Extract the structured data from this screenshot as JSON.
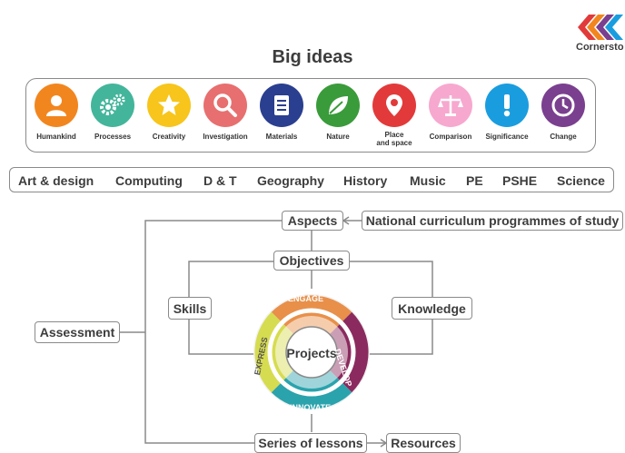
{
  "header": {
    "title": "Big ideas",
    "logo_text": "Cornersto"
  },
  "big_ideas": [
    {
      "label": "Humankind",
      "color": "#f2861e",
      "icon": "person-icon"
    },
    {
      "label": "Processes",
      "color": "#43b59b",
      "icon": "gears-icon"
    },
    {
      "label": "Creativity",
      "color": "#f7c51b",
      "icon": "star-icon"
    },
    {
      "label": "Investigation",
      "color": "#e86f6f",
      "icon": "magnifier-icon"
    },
    {
      "label": "Materials",
      "color": "#2a3f8f",
      "icon": "book-icon"
    },
    {
      "label": "Nature",
      "color": "#3a9b3a",
      "icon": "leaf-icon"
    },
    {
      "label": "Place",
      "label2": "and space",
      "color": "#e23a3a",
      "icon": "location-pin-icon"
    },
    {
      "label": "Comparison",
      "color": "#f7a8cf",
      "icon": "scales-icon"
    },
    {
      "label": "Significance",
      "color": "#1a9ddf",
      "icon": "exclamation-icon"
    },
    {
      "label": "Change",
      "color": "#7a3f8f",
      "icon": "clock-icon"
    }
  ],
  "subjects": [
    "Art & design",
    "Computing",
    "D & T",
    "Geography",
    "History",
    "Music",
    "PE",
    "PSHE",
    "Science"
  ],
  "flow": {
    "aspects": "Aspects",
    "national_curriculum": "National curriculum programmes of study",
    "objectives": "Objectives",
    "skills": "Skills",
    "knowledge": "Knowledge",
    "assessment": "Assessment",
    "projects": "Projects",
    "series_of_lessons": "Series of lessons",
    "resources": "Resources"
  },
  "cycle": {
    "engage": "ENGAGE",
    "develop": "DEVELOP",
    "innovate": "INNOVATE",
    "express": "EXPRESS",
    "colors": {
      "engage": "#e8904a",
      "develop": "#8b2a5e",
      "innovate": "#2aa3ad",
      "express": "#d6dc4f"
    }
  }
}
